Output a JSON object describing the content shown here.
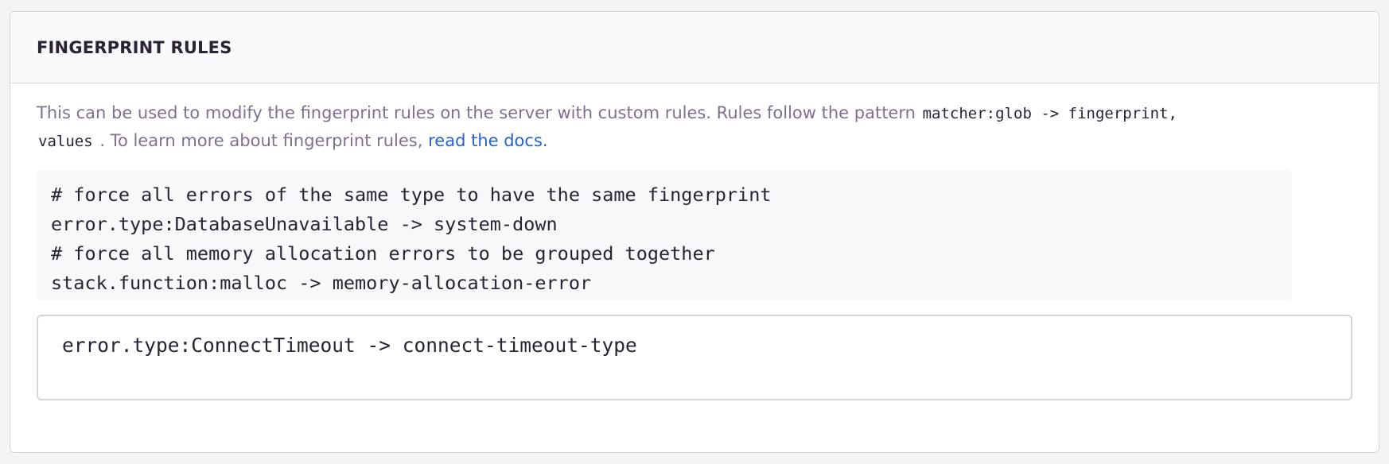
{
  "panel": {
    "title": "FINGERPRINT RULES",
    "help": {
      "text_1": "This can be used to modify the fingerprint rules on the server with custom rules. Rules follow the pattern",
      "code_1": "matcher:glob -> fingerprint,",
      "code_2": "values",
      "text_2": ". To learn more about fingerprint rules,",
      "link": "read the docs."
    },
    "example_lines": [
      "# force all errors of the same type to have the same fingerprint",
      "error.type:DatabaseUnavailable -> system-down",
      "# force all memory allocation errors to be grouped together",
      "stack.function:malloc -> memory-allocation-error"
    ],
    "editor": {
      "value": "error.type:ConnectTimeout -> connect-timeout-type"
    }
  }
}
